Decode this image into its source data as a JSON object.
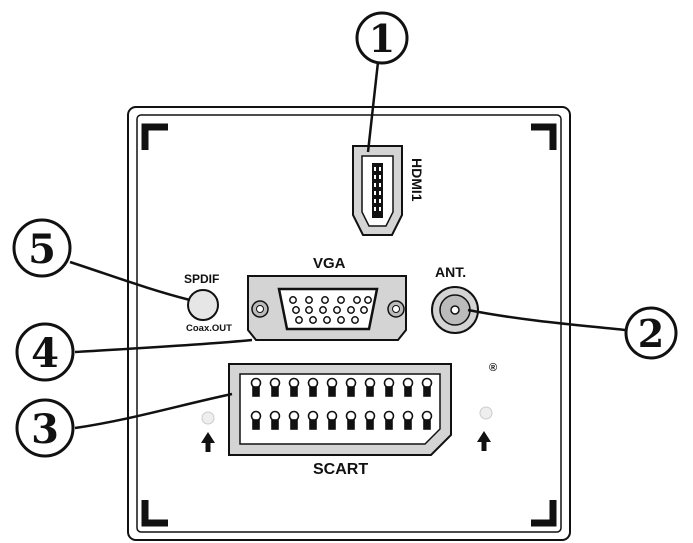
{
  "labels": {
    "hdmi": "HDMI1",
    "vga": "VGA",
    "ant": "ANT.",
    "spdif": "SPDIF",
    "coax": "Coax.OUT",
    "scart": "SCART",
    "registered": "®"
  },
  "callouts": [
    {
      "number": "1",
      "target": "hdmi"
    },
    {
      "number": "2",
      "target": "antenna"
    },
    {
      "number": "3",
      "target": "scart"
    },
    {
      "number": "4",
      "target": "vga"
    },
    {
      "number": "5",
      "target": "spdif"
    }
  ],
  "colors": {
    "line": "#111111",
    "port_fill": "#d4d4d4",
    "panel_fill": "#ffffff"
  },
  "icons": [
    "up-arrow-icon",
    "registered-mark-icon"
  ]
}
